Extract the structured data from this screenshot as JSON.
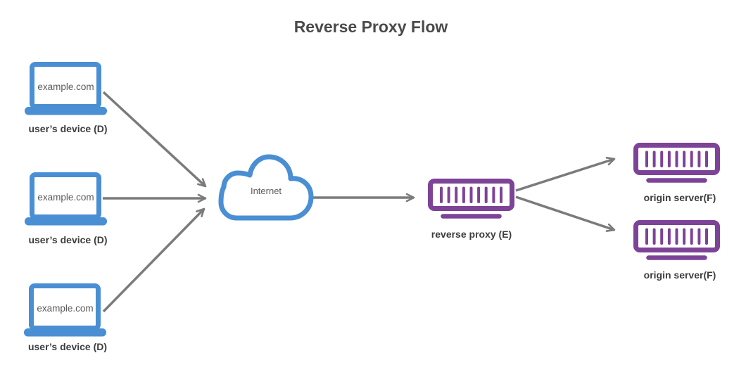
{
  "title": "Reverse Proxy Flow",
  "colors": {
    "device_blue": "#4a8fd3",
    "server_purple": "#7d4397",
    "arrow_gray": "#7b7b7b",
    "title_text": "#4a4a4a",
    "label_text": "#3d3d3d",
    "inner_text": "#5b5b5b",
    "background": "#ffffff"
  },
  "devices": [
    {
      "screen_text": "example.com",
      "label": "user’s device (D)"
    },
    {
      "screen_text": "example.com",
      "label": "user’s device (D)"
    },
    {
      "screen_text": "example.com",
      "label": "user’s device (D)"
    }
  ],
  "internet": {
    "label": "Internet"
  },
  "reverse_proxy": {
    "label": "reverse proxy (E)"
  },
  "origin_servers": [
    {
      "label": "origin server(F)"
    },
    {
      "label": "origin server(F)"
    }
  ],
  "icons": {
    "device": "laptop-icon",
    "internet": "cloud-icon",
    "reverse_proxy": "server-icon",
    "origin_server": "server-icon"
  },
  "connections": [
    {
      "from": "user-device-1",
      "to": "internet"
    },
    {
      "from": "user-device-2",
      "to": "internet"
    },
    {
      "from": "user-device-3",
      "to": "internet"
    },
    {
      "from": "internet",
      "to": "reverse-proxy"
    },
    {
      "from": "reverse-proxy",
      "to": "origin-server-1"
    },
    {
      "from": "reverse-proxy",
      "to": "origin-server-2"
    }
  ]
}
